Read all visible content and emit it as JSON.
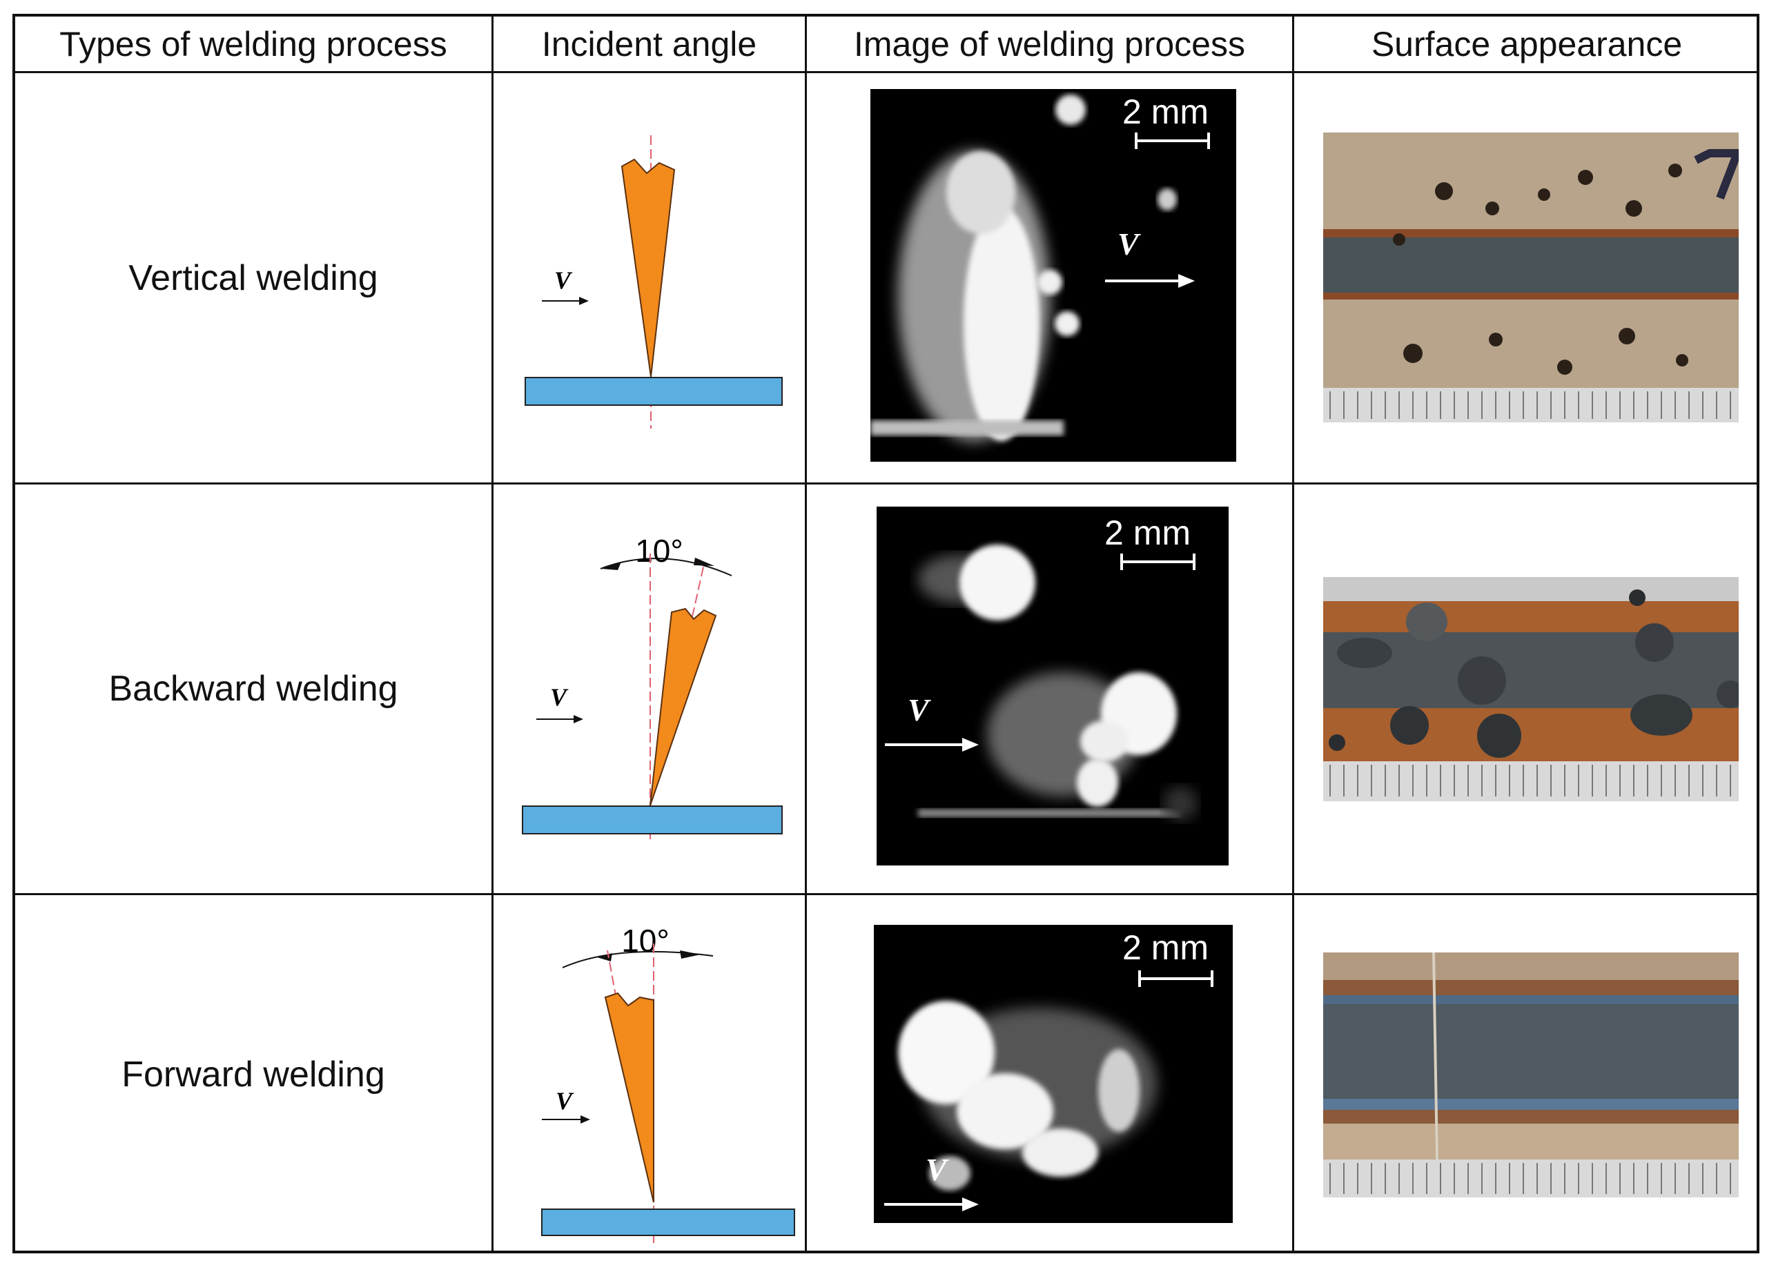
{
  "headers": {
    "type": "Types of welding process",
    "angle": "Incident angle",
    "image": "Image of welding process",
    "surface": "Surface appearance"
  },
  "rows": [
    {
      "label": "Vertical welding",
      "angle_label": "",
      "scale_label": "2 mm",
      "v_label": "V"
    },
    {
      "label": "Backward welding",
      "angle_label": "10°",
      "scale_label": "2 mm",
      "v_label": "V"
    },
    {
      "label": "Forward welding",
      "angle_label": "10°",
      "scale_label": "2 mm",
      "v_label": "V"
    }
  ],
  "colors": {
    "electrode": "#f28a1c",
    "plate": "#5aaee0",
    "axis": "#e06070"
  }
}
